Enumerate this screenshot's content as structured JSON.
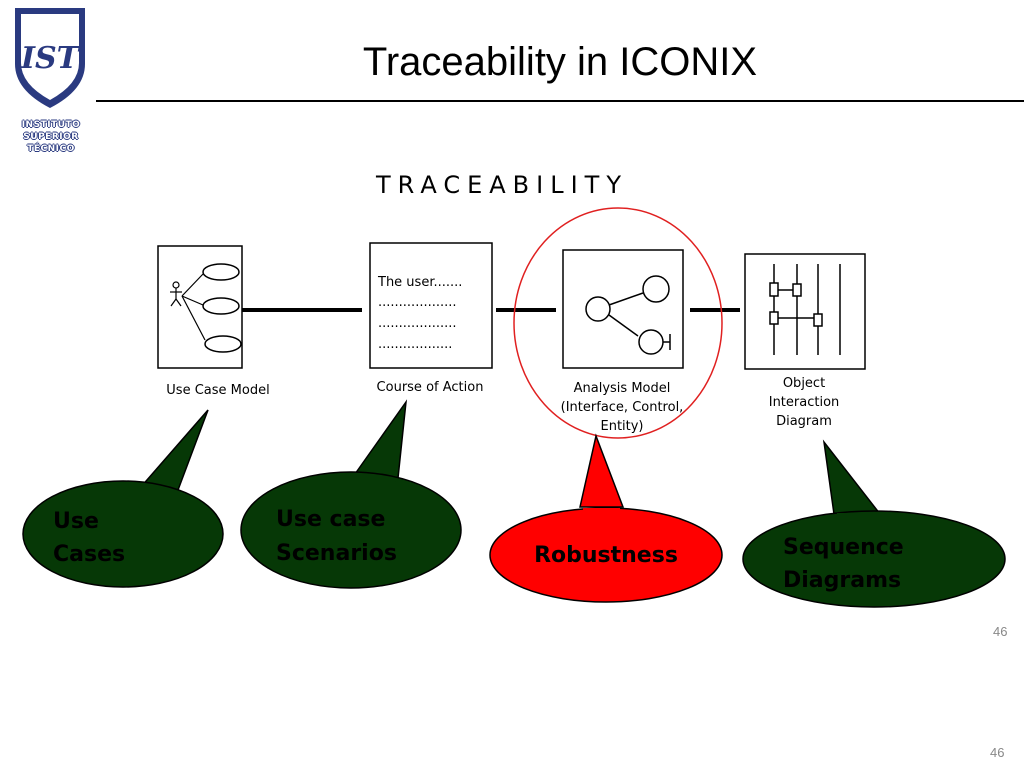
{
  "slide": {
    "title": "Traceability in ICONIX",
    "page_number_inner": "46",
    "page_number_outer": "46"
  },
  "logo": {
    "emblem_text": "IST",
    "lines": [
      "INSTITUTO",
      "SUPERIOR",
      "TÉCNICO"
    ]
  },
  "figure": {
    "heading": "TRACEABILITY",
    "boxes": [
      {
        "caption": [
          "Use Case Model"
        ]
      },
      {
        "caption": [
          "Course of Action"
        ],
        "content": [
          "The user.......",
          "...................",
          "...................",
          ".................."
        ]
      },
      {
        "caption": [
          "Analysis Model",
          "(Interface, Control,",
          "Entity)"
        ]
      },
      {
        "caption": [
          "Object",
          "Interaction",
          "Diagram"
        ]
      }
    ]
  },
  "callouts": [
    {
      "lines": [
        "Use",
        "Cases"
      ],
      "fill": "#063806"
    },
    {
      "lines": [
        "Use case",
        "Scenarios"
      ],
      "fill": "#063806"
    },
    {
      "lines": [
        "Robustness"
      ],
      "fill": "#ff0000"
    },
    {
      "lines": [
        "Sequence",
        "Diagrams"
      ],
      "fill": "#063806"
    }
  ],
  "colors": {
    "highlight_circle": "#e02020",
    "callout_text": "#ffffff",
    "logo_blue": "#2a3a80"
  }
}
